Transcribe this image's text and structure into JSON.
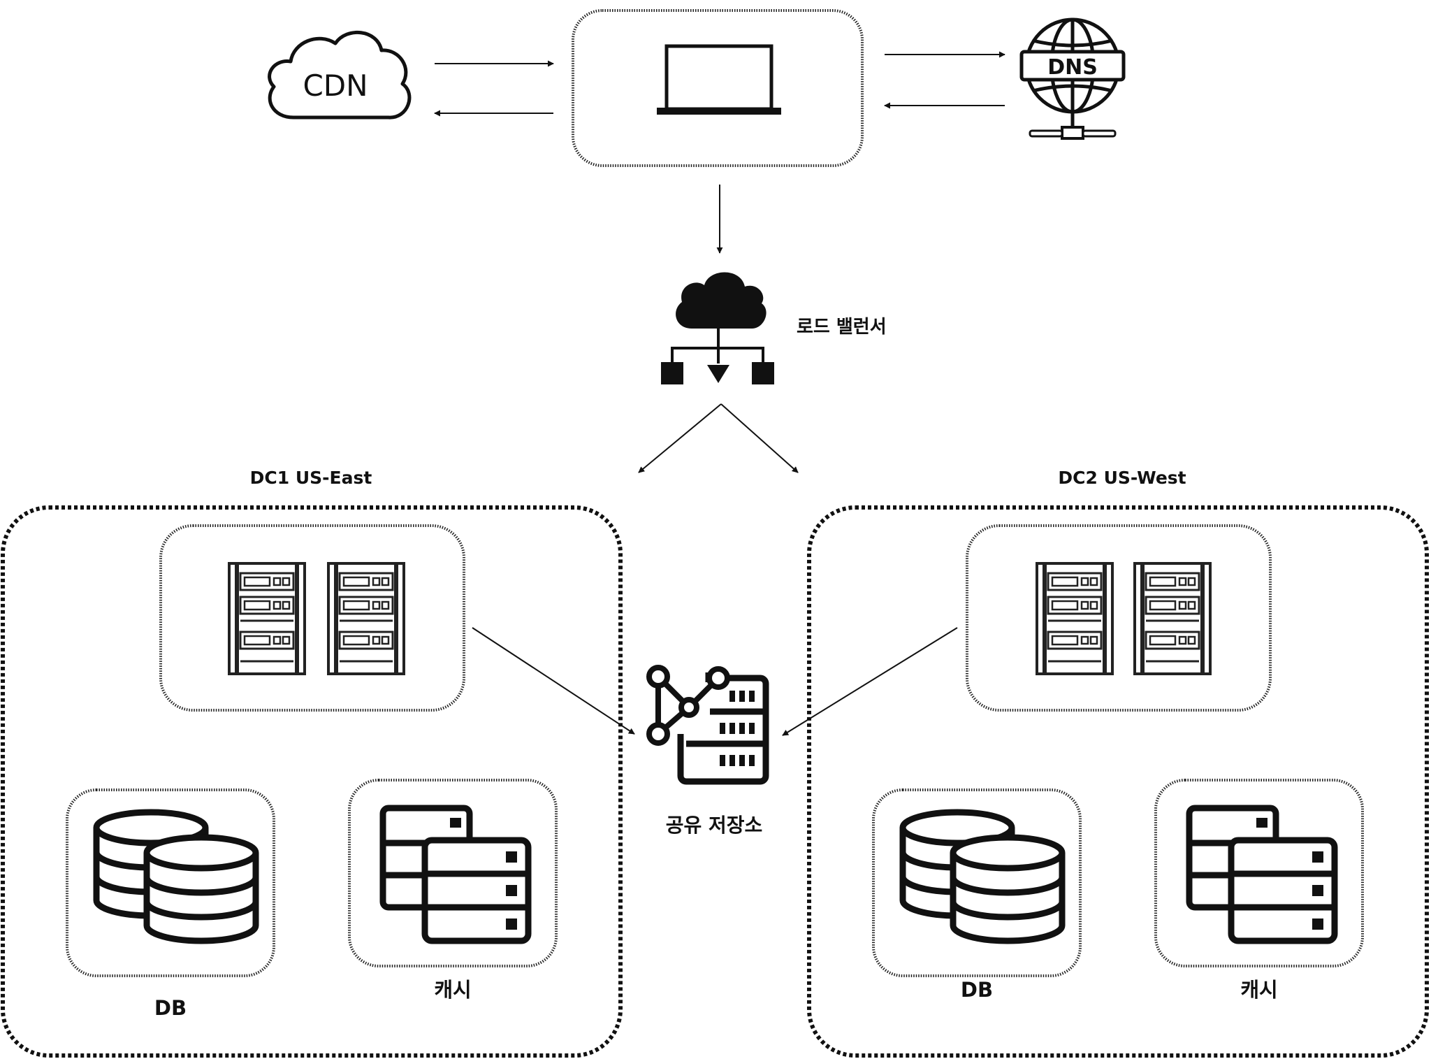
{
  "cdn": {
    "text": "CDN"
  },
  "dns": {
    "text": "DNS"
  },
  "load_balancer": {
    "label": "로드 밸런서"
  },
  "shared_storage": {
    "label": "공유 저장소"
  },
  "dc1": {
    "title": "DC1 US-East",
    "db_label": "DB",
    "cache_label": "캐시"
  },
  "dc2": {
    "title": "DC2 US-West",
    "db_label": "DB",
    "cache_label": "캐시"
  }
}
